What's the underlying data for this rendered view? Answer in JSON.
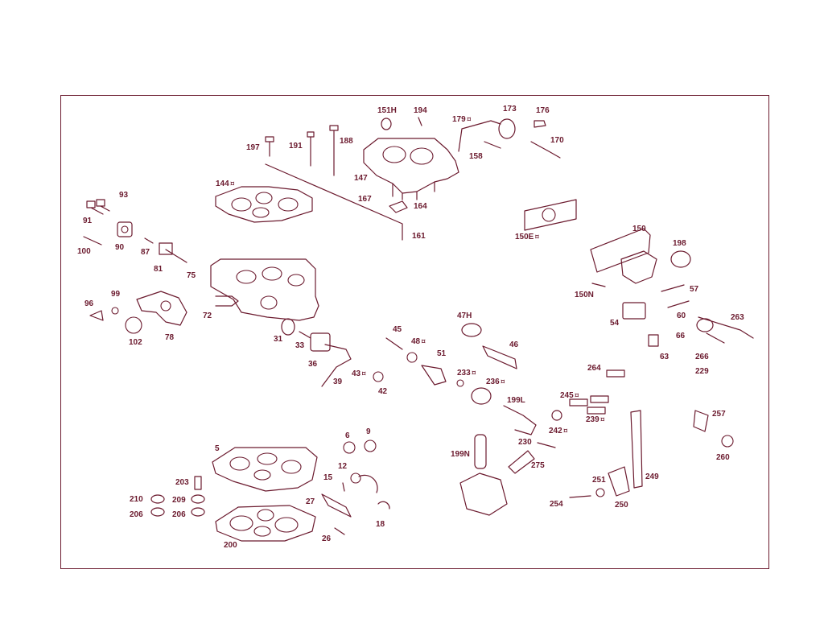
{
  "colors": {
    "ink": "#6b1a2e",
    "background": "#ffffff"
  },
  "labels": [
    "151H",
    "194",
    "179",
    "173",
    "176",
    "197",
    "191",
    "188",
    "158",
    "170",
    "147",
    "144",
    "167",
    "164",
    "161",
    "93",
    "91",
    "100",
    "90",
    "87",
    "81",
    "75",
    "72",
    "150E",
    "150",
    "198",
    "57",
    "150N",
    "60",
    "54",
    "66",
    "63",
    "263",
    "266",
    "229",
    "96",
    "99",
    "102",
    "78",
    "31",
    "33",
    "36",
    "39",
    "43",
    "42",
    "45",
    "48",
    "51",
    "47H",
    "46",
    "233",
    "236",
    "264",
    "245",
    "199L",
    "239",
    "242",
    "230",
    "257",
    "260",
    "6",
    "9",
    "5",
    "12",
    "15",
    "203",
    "210",
    "209",
    "206",
    "206",
    "27",
    "18",
    "26",
    "200",
    "199N",
    "275",
    "251",
    "254",
    "250",
    "249"
  ],
  "symbol_labels": [
    "179",
    "144",
    "150E",
    "48",
    "233",
    "236",
    "245",
    "239",
    "242",
    "43"
  ]
}
